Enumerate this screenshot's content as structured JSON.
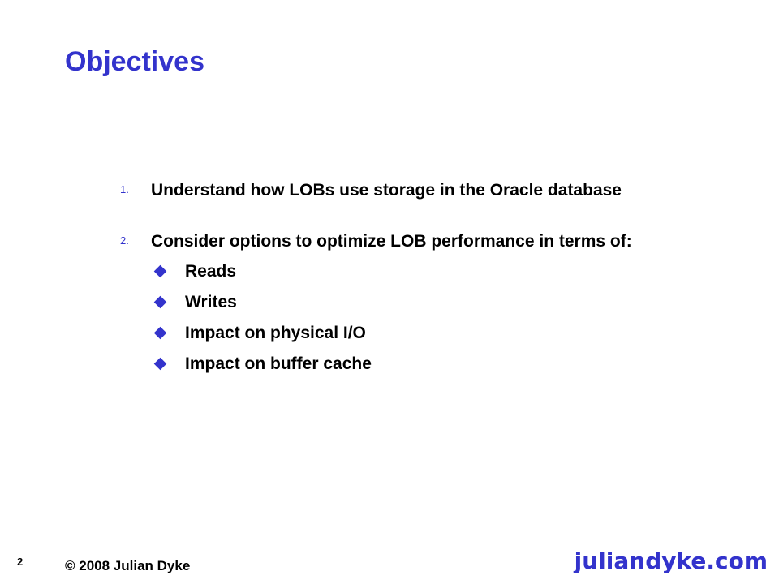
{
  "slide": {
    "title": "Objectives",
    "objectives": [
      {
        "number": "1.",
        "text": "Understand how LOBs use storage in the Oracle database"
      },
      {
        "number": "2.",
        "text": "Consider options to optimize LOB performance in terms of:",
        "sub_items": [
          "Reads",
          "Writes",
          "Impact on physical I/O",
          "Impact on buffer cache"
        ]
      }
    ]
  },
  "footer": {
    "page_number": "2",
    "copyright": "© 2008 Julian Dyke",
    "brand": "juliandyke.com"
  },
  "colors": {
    "accent": "#3333cc",
    "text": "#000000",
    "background": "#ffffff"
  },
  "icons": {
    "sub_bullet": "diamond-bullet-icon"
  }
}
